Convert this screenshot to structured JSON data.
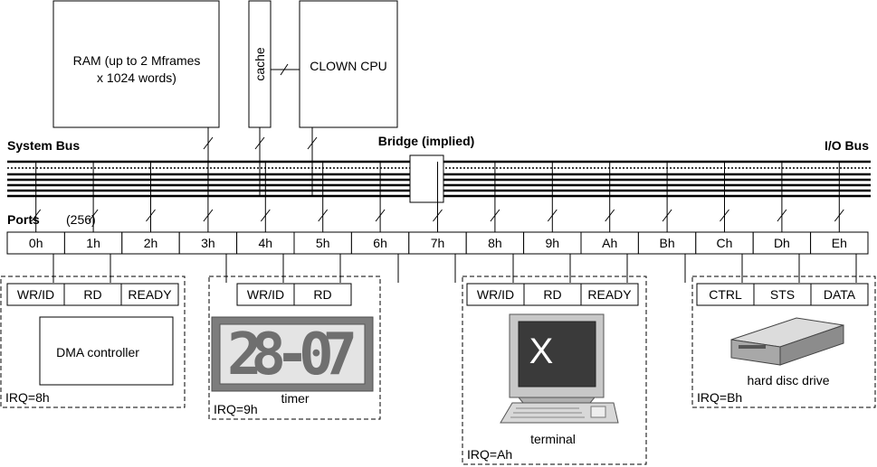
{
  "components": {
    "ram": "RAM (up to 2 Mframes",
    "ram_line2": "x 1024 words)",
    "cache": "cache",
    "cpu": "CLOWN CPU"
  },
  "bus": {
    "system_label": "System Bus",
    "io_label": "I/O Bus",
    "bridge_label": "Bridge (implied)",
    "ports_label": "Ports",
    "ports_count": "(256)"
  },
  "ports": [
    "0h",
    "1h",
    "2h",
    "3h",
    "4h",
    "5h",
    "6h",
    "7h",
    "8h",
    "9h",
    "Ah",
    "Bh",
    "Ch",
    "Dh",
    "Eh"
  ],
  "devices": {
    "dma": {
      "registers": [
        "WR/ID",
        "RD",
        "READY"
      ],
      "name": "DMA controller",
      "irq": "IRQ=8h"
    },
    "timer": {
      "registers": [
        "WR/ID",
        "RD"
      ],
      "display": "28-07",
      "name": "timer",
      "irq": "IRQ=9h"
    },
    "terminal": {
      "registers": [
        "WR/ID",
        "RD",
        "READY"
      ],
      "screen_glyph": "X",
      "name": "terminal",
      "irq": "IRQ=Ah"
    },
    "disk": {
      "registers": [
        "CTRL",
        "STS",
        "DATA"
      ],
      "name": "hard disc drive",
      "irq": "IRQ=Bh"
    }
  }
}
